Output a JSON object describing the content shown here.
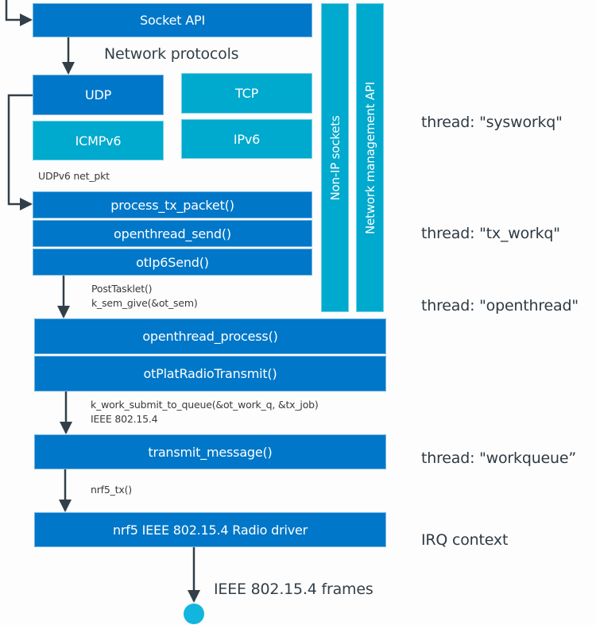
{
  "diagram": {
    "colors": {
      "primary_box": "#0077c8",
      "secondary_box": "#00a9ce",
      "arrow": "#333f48",
      "endpoint": "#12b5de"
    },
    "boxes": {
      "socket_api": "Socket API",
      "udp": "UDP",
      "tcp": "TCP",
      "icmpv6": "ICMPv6",
      "ipv6": "IPv6",
      "process_tx_packet": "process_tx_packet()",
      "openthread_send": "openthread_send()",
      "otip6send": "otIp6Send()",
      "openthread_process": "openthread_process()",
      "otplatradiotransmit": "otPlatRadioTransmit()",
      "transmit_message": "transmit_message()",
      "radio_driver": "nrf5 IEEE 802.15.4 Radio driver"
    },
    "vertical_bars": {
      "non_ip_sockets": "Non-IP sockets",
      "network_management_api": "Network management API"
    },
    "labels": {
      "network_protocols": "Network protocols",
      "udpv6_net_pkt": "UDPv6 net_pkt",
      "post_tasklet": "PostTasklet()",
      "k_sem_give": "k_sem_give(&ot_sem)",
      "k_work_submit": "k_work_submit_to_queue(&ot_work_q, &tx_job)",
      "ieee_802154": "IEEE 802.15.4",
      "nrf5_tx": "nrf5_tx()",
      "ieee_frames": "IEEE 802.15.4 frames"
    },
    "threads": {
      "sysworkq": "thread: \"sysworkq\"",
      "tx_workq": "thread: \"tx_workq\"",
      "openthread": "thread: \"openthread\"",
      "workqueue": "thread: \"workqueue”",
      "irq": "IRQ context"
    }
  }
}
